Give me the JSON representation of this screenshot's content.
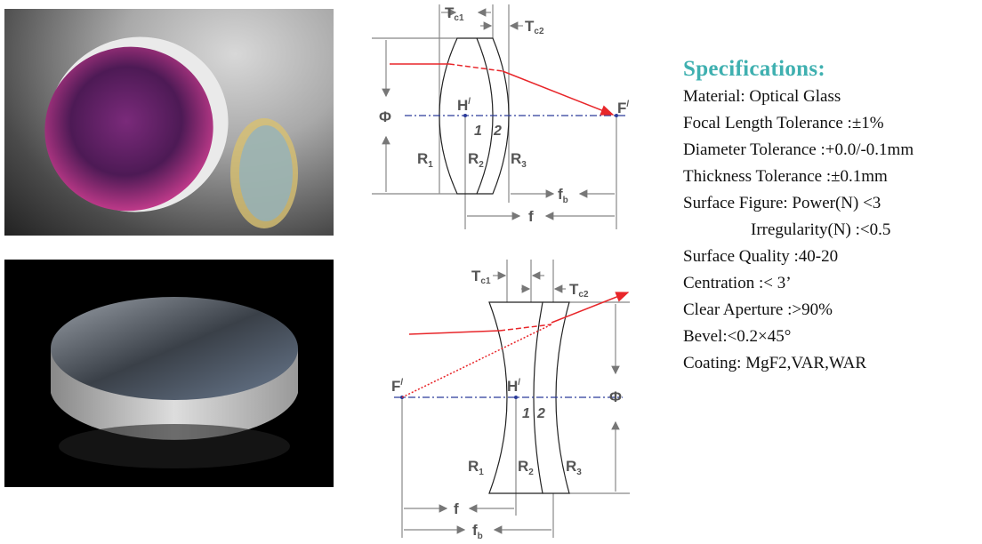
{
  "diagram_convex": {
    "tc1": "T",
    "tc1_sub": "c1",
    "tc2": "T",
    "tc2_sub": "c2",
    "phi": "Φ",
    "h_prime": "H",
    "f_prime": "F",
    "element1": "1",
    "element2": "2",
    "r1": "R",
    "r1_sub": "1",
    "r2": "R",
    "r2_sub": "2",
    "r3": "R",
    "r3_sub": "3",
    "fb": "f",
    "fb_sub": "b",
    "f": "f"
  },
  "diagram_concave": {
    "tc1": "T",
    "tc1_sub": "c1",
    "tc2": "T",
    "tc2_sub": "c2",
    "phi": "Φ",
    "h_prime": "H",
    "f_prime": "F",
    "element1": "1",
    "element2": "2",
    "r1": "R",
    "r1_sub": "1",
    "r2": "R",
    "r2_sub": "2",
    "r3": "R",
    "r3_sub": "3",
    "fb": "f",
    "fb_sub": "b",
    "f": "f"
  },
  "specs": {
    "title": "Specifications:",
    "lines": [
      "Material: Optical Glass",
      "Focal Length Tolerance :±1%",
      "Diameter Tolerance :+0.0/-0.1mm",
      "Thickness Tolerance :±0.1mm",
      "Surface Figure: Power(N) <3",
      "Irregularity(N) :<0.5",
      "Surface Quality :40-20",
      "Centration :< 3’",
      "Clear Aperture :>90%",
      "Bevel:<0.2×45°",
      "Coating:  MgF2,VAR,WAR"
    ]
  },
  "colors": {
    "title": "#3fb0b0",
    "ray": "#e8262a",
    "axis": "#2a3a9a",
    "line": "#777777"
  }
}
